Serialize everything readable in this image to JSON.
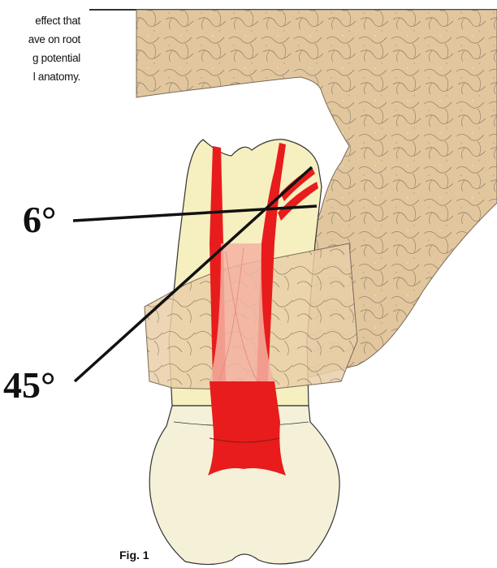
{
  "caption": {
    "lines": [
      "effect that",
      "ave on root",
      "g potential",
      "l anatomy."
    ]
  },
  "figure": {
    "angle_small": "6°",
    "angle_large": "45°",
    "label": "Fig. 1"
  },
  "colors": {
    "bone": "#e2c79e",
    "tooth": "#f6efbf",
    "crown": "#f4f1d8",
    "pulp": "#e81c1c",
    "pulp_light": "#f3b3a2",
    "line": "#111111"
  }
}
